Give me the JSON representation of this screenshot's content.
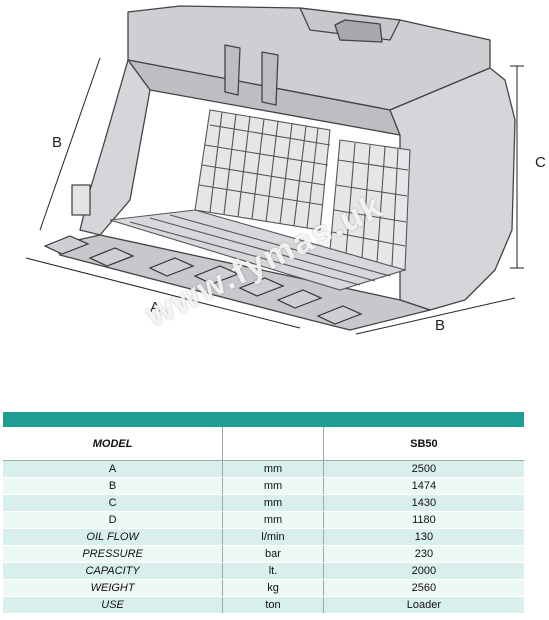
{
  "dimension_labels": {
    "a": "A",
    "b_left": "B",
    "b_right": "B",
    "c": "C"
  },
  "watermark": "www.fymas.uk",
  "table": {
    "header": {
      "model": "MODEL",
      "unit": "",
      "value": "SB50"
    },
    "rows": [
      {
        "label": "A",
        "unit": "mm",
        "value": "2500",
        "italic": false
      },
      {
        "label": "B",
        "unit": "mm",
        "value": "1474",
        "italic": false
      },
      {
        "label": "C",
        "unit": "mm",
        "value": "1430",
        "italic": false
      },
      {
        "label": "D",
        "unit": "mm",
        "value": "1180",
        "italic": false
      },
      {
        "label": "OIL FLOW",
        "unit": "l/min",
        "value": "130",
        "italic": true
      },
      {
        "label": "PRESSURE",
        "unit": "bar",
        "value": "230",
        "italic": true
      },
      {
        "label": "CAPACITY",
        "unit": "lt.",
        "value": "2000",
        "italic": true
      },
      {
        "label": "WEIGHT",
        "unit": "kg",
        "value": "2560",
        "italic": true
      },
      {
        "label": "USE",
        "unit": "ton",
        "value": "Loader",
        "italic": true
      }
    ]
  },
  "colors": {
    "band": "#1e9d93",
    "row_dark": "#d9efeb",
    "row_light": "#eef8f5"
  }
}
